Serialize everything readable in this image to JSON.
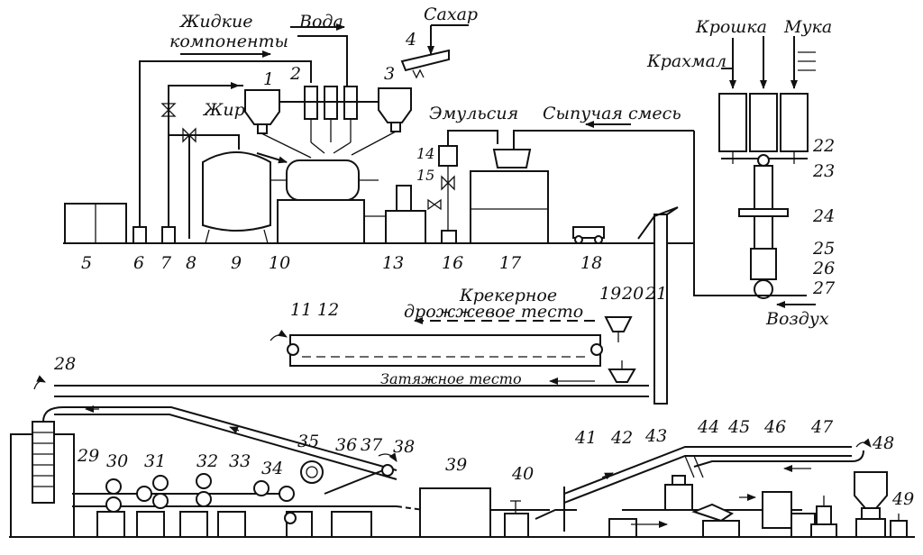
{
  "labels": {
    "liquid_line1": "Жидкие",
    "liquid_line2": "компоненты",
    "water": "Вода",
    "sugar": "Сахар",
    "fat": "Жир",
    "emulsion": "Эмульсия",
    "bulk_mix": "Сыпучая смесь",
    "crumb": "Крошка",
    "flour": "Мука",
    "starch": "Крахмал",
    "air": "Воздух",
    "cracker_line1": "Крекерное",
    "cracker_line2": "дрожжевое тесто",
    "pulled_dough": "Затяжное тесто"
  },
  "numbers": [
    "1",
    "2",
    "3",
    "4",
    "5",
    "6",
    "7",
    "8",
    "9",
    "10",
    "11",
    "12",
    "13",
    "14",
    "15",
    "16",
    "17",
    "18",
    "19",
    "20",
    "21",
    "22",
    "23",
    "24",
    "25",
    "26",
    "27",
    "28",
    "29",
    "30",
    "31",
    "32",
    "33",
    "34",
    "35",
    "36",
    "37",
    "38",
    "39",
    "40",
    "41",
    "42",
    "43",
    "44",
    "45",
    "46",
    "47",
    "48",
    "49"
  ]
}
